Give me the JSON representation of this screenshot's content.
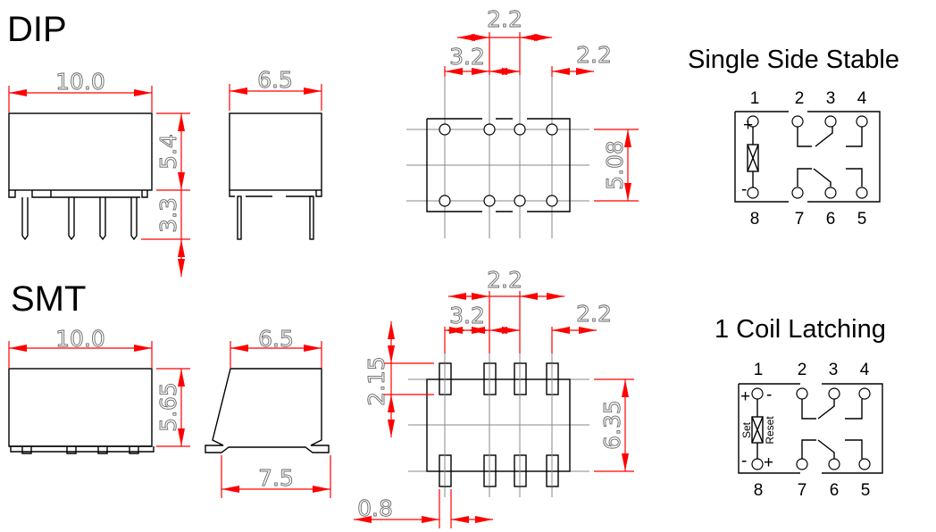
{
  "labels": {
    "dip": "DIP",
    "smt": "SMT"
  },
  "dip": {
    "length": "10.0",
    "width": "6.5",
    "height": "5.4",
    "pin_length": "3.3",
    "pitch_center": "2.2",
    "pitch_first": "3.2",
    "pitch_last": "2.2",
    "row_spacing": "5.08"
  },
  "smt": {
    "length": "10.0",
    "width": "6.5",
    "height": "5.65",
    "foot_width": "7.5",
    "pitch_center": "2.2",
    "pitch_first": "3.2",
    "pitch_last": "2.2",
    "pad_length": "2.15",
    "row_spacing": "6.35",
    "pad_width": "0.8"
  },
  "schematic_single": {
    "title": "Single Side Stable",
    "top_pins": [
      "1",
      "2",
      "3",
      "4"
    ],
    "bottom_pins": [
      "8",
      "7",
      "6",
      "5"
    ],
    "plus": "+",
    "minus": "-"
  },
  "schematic_latching": {
    "title": "1 Coil Latching",
    "top_pins": [
      "1",
      "2",
      "3",
      "4"
    ],
    "bottom_pins": [
      "8",
      "7",
      "6",
      "5"
    ],
    "set": "Set",
    "reset": "Reset",
    "plus": "+",
    "minus": "-"
  },
  "colors": {
    "dimension": "#ff0000",
    "outline": "#000000",
    "grid": "#888888"
  }
}
